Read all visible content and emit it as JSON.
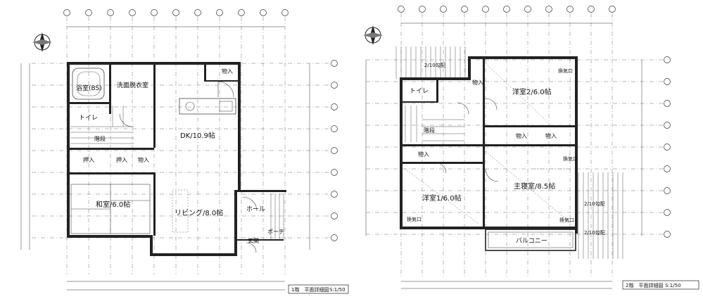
{
  "floor1": {
    "rooms": [
      {
        "key": "bath",
        "label": "浴室(BS)"
      },
      {
        "key": "wash",
        "label": "洗面脱衣室"
      },
      {
        "key": "toilet",
        "label": "トイレ"
      },
      {
        "key": "stairs",
        "label": "階段"
      },
      {
        "key": "closet_a",
        "label": "押入"
      },
      {
        "key": "closet_b",
        "label": "押入"
      },
      {
        "key": "closet_c",
        "label": "物入"
      },
      {
        "key": "closet_d",
        "label": "物入"
      },
      {
        "key": "dk",
        "label": "DK/10.9帖"
      },
      {
        "key": "washitsu",
        "label": "和室/6.0帖"
      },
      {
        "key": "living",
        "label": "リビング/8.0帖"
      },
      {
        "key": "hall",
        "label": "ホール"
      },
      {
        "key": "entrance",
        "label": "玄関"
      },
      {
        "key": "porch",
        "label": "ポーチ"
      }
    ],
    "title": "1階　平面詳細図",
    "scale": "S:1/50"
  },
  "floor2": {
    "rooms": [
      {
        "key": "toilet",
        "label": "トイレ"
      },
      {
        "key": "stairs",
        "label": "階段"
      },
      {
        "key": "closet_a",
        "label": "物入"
      },
      {
        "key": "closet_b",
        "label": "物入"
      },
      {
        "key": "closet_c",
        "label": "物入"
      },
      {
        "key": "closet_d",
        "label": "物入"
      },
      {
        "key": "western2",
        "label": "洋室2/6.0帖"
      },
      {
        "key": "western1",
        "label": "洋室1/6.0帖"
      },
      {
        "key": "master",
        "label": "主寝室/8.5帖"
      },
      {
        "key": "balcony",
        "label": "バルコニー"
      },
      {
        "key": "vent1",
        "label": "換気口"
      },
      {
        "key": "vent2",
        "label": "換気口"
      },
      {
        "key": "vent3",
        "label": "換気口"
      },
      {
        "key": "vent4",
        "label": "換気口"
      },
      {
        "key": "roof1",
        "label": "2/10勾配"
      },
      {
        "key": "roof2",
        "label": "2/10勾配"
      },
      {
        "key": "roof3",
        "label": "2/10勾配"
      }
    ],
    "title": "2階　平面詳細図",
    "scale": "S:1/50"
  }
}
